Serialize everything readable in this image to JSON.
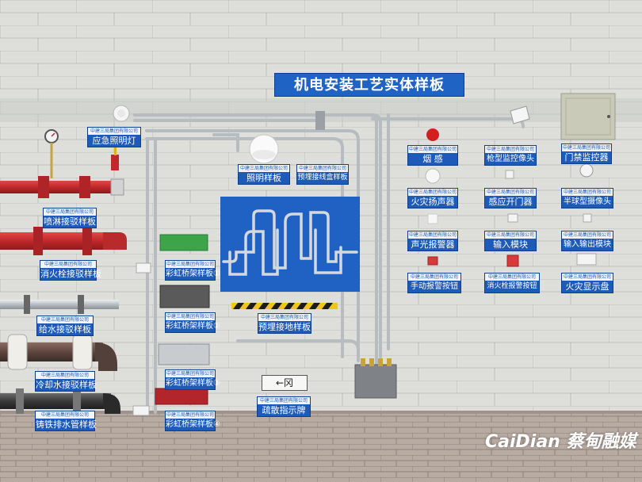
{
  "title": "机电安装工艺实体样板",
  "company": "中建三局集团有限公司",
  "exit_sign": "←冈",
  "watermark": "CaiDian 蔡甸融媒",
  "labels": {
    "emergency_light": "应急照明灯",
    "lighting_board": "照明样板",
    "junction_box": "预埋接线盒样板",
    "sprinkler": "喷淋接驳样板",
    "fire_hydrant": "消火栓接驳样板",
    "water_supply": "给水接驳样板",
    "cooling_water": "冷却水接驳样板",
    "cast_iron_drain": "铸铁排水管样板",
    "tray_1": "彩虹桥架样板①",
    "tray_2": "彩虹桥架样板②",
    "tray_3": "彩虹桥架样板③",
    "tray_4": "彩虹桥架样板④",
    "grounding": "预埋接地样板",
    "evacuation": "疏散指示牌",
    "smoke": "烟  感",
    "bullet_camera": "枪型监控像头",
    "access_control": "门禁监控器",
    "speaker": "火灾扬声器",
    "door_sensor": "感应开门器",
    "dome_camera": "半球型摄像头",
    "alarm": "声光报警器",
    "input_module": "输入模块",
    "io_module": "输入输出模块",
    "manual_alarm": "手动报警按钮",
    "hydrant_button": "消火栓报警按钮",
    "fire_panel": "火灾显示盘"
  },
  "colors": {
    "label_blue": "#1e5bb8",
    "pipe_red": "#c0282b",
    "tray_green": "#3da44a",
    "conduit_silver": "#c8ccd0",
    "board_blue": "#1f62c4",
    "brick_gray": "#dcdcd8"
  }
}
